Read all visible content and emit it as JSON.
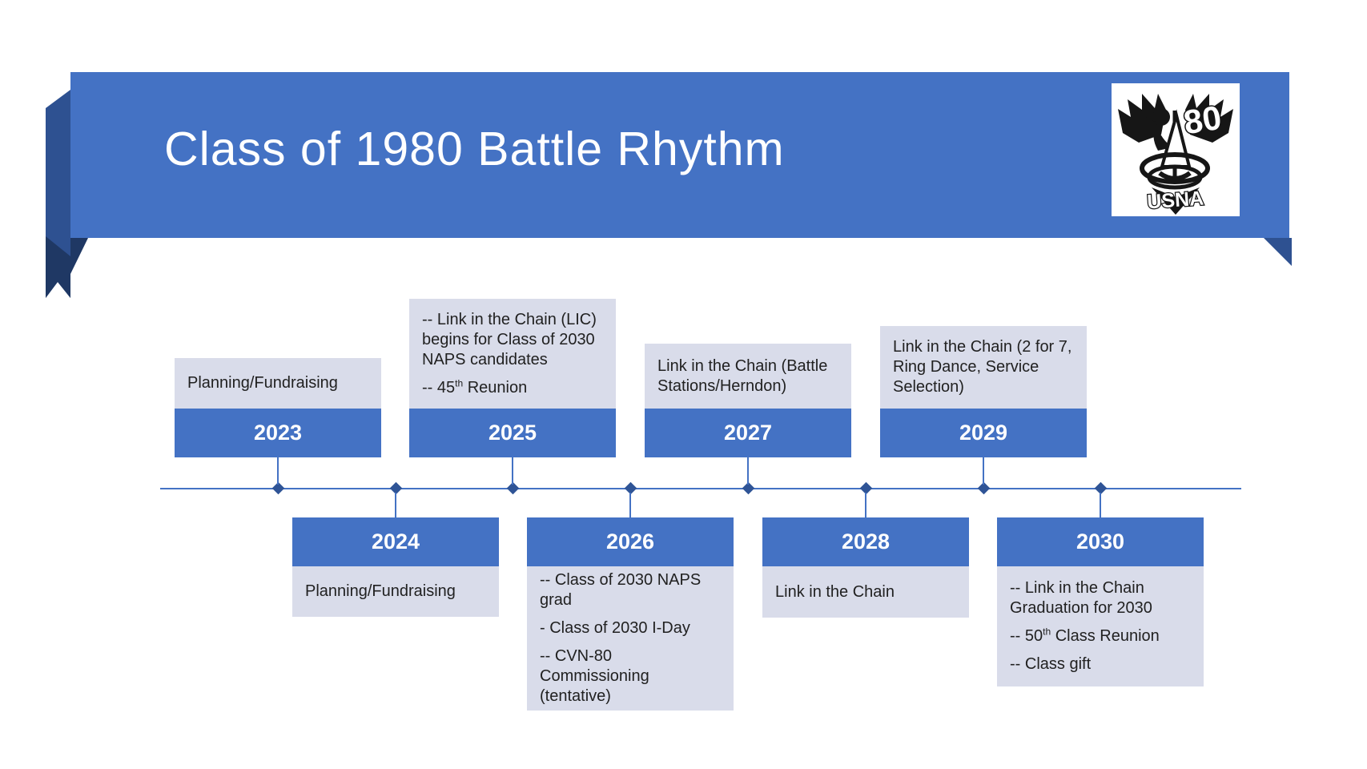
{
  "slide": {
    "title": "Class of 1980 Battle Rhythm",
    "logo": {
      "number": "80",
      "academy": "USNA"
    },
    "colors": {
      "banner": "#4472C4",
      "banner_fold": "#2E5191",
      "banner_fold_dark": "#1F3864",
      "year_bar": "#4472C4",
      "content_box": "#D9DCEA",
      "timeline_line": "#4472C4",
      "diamond": "#2F5496",
      "body_text": "#212121"
    }
  },
  "timeline": {
    "y2023": {
      "year": "2023",
      "text": "Planning/Fundraising"
    },
    "y2024": {
      "year": "2024",
      "text": "Planning/Fundraising"
    },
    "y2025": {
      "year": "2025",
      "p1": "-- Link in the Chain (LIC) begins for Class of 2030 NAPS candidates",
      "p2_prefix": "-- 45",
      "p2_sup": "th",
      "p2_suffix": " Reunion"
    },
    "y2026": {
      "year": "2026",
      "p1": "-- Class of 2030 NAPS grad",
      "p2": "- Class of 2030 I-Day",
      "p3": "-- CVN-80 Commissioning (tentative)"
    },
    "y2027": {
      "year": "2027",
      "text": "Link in the Chain (Battle Stations/Herndon)"
    },
    "y2028": {
      "year": "2028",
      "text": "Link in the Chain"
    },
    "y2029": {
      "year": "2029",
      "text": "Link in the Chain (2 for 7, Ring Dance, Service Selection)"
    },
    "y2030": {
      "year": "2030",
      "p1": "-- Link in the Chain Graduation for 2030",
      "p2_prefix": "-- 50",
      "p2_sup": "th",
      "p2_suffix": " Class Reunion",
      "p3": "-- Class gift"
    }
  }
}
